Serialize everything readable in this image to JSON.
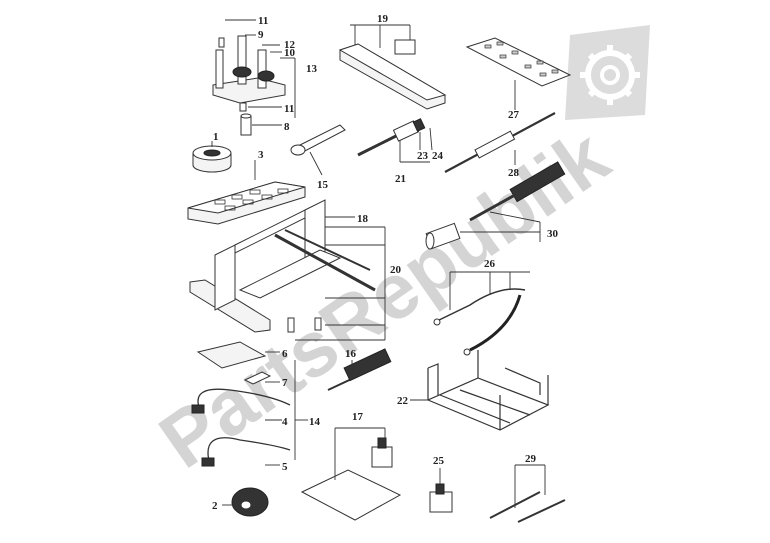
{
  "watermark": {
    "text": "PartsRepublik"
  },
  "gear_icon": "gear-icon",
  "callouts": {
    "c1": "1",
    "c2": "2",
    "c3": "3",
    "c4": "4",
    "c5": "5",
    "c6": "6",
    "c7": "7",
    "c8": "8",
    "c9": "9",
    "c10": "10",
    "c11a": "11",
    "c11b": "11",
    "c12": "12",
    "c13": "13",
    "c14": "14",
    "c15": "15",
    "c16": "16",
    "c17": "17",
    "c18": "18",
    "c19": "19",
    "c20": "20",
    "c21": "21",
    "c22": "22",
    "c23": "23",
    "c24": "24",
    "c25": "25",
    "c26": "26",
    "c27": "27",
    "c28": "28",
    "c29": "29",
    "c30": "30"
  }
}
